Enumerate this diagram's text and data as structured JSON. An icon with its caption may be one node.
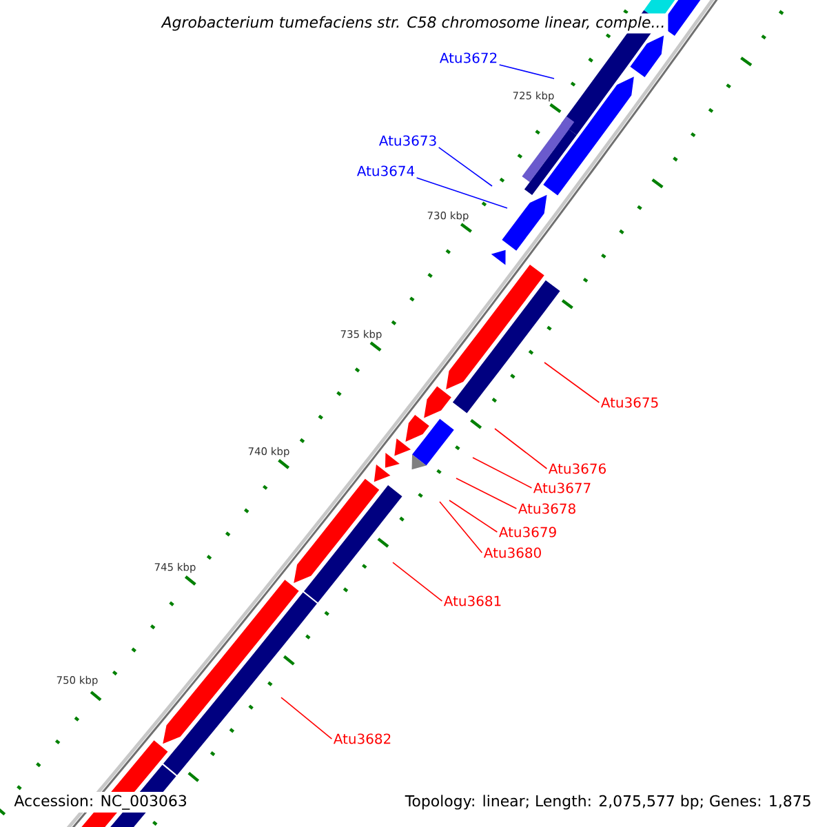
{
  "diagram": {
    "nodes": [
      {
        "text": [
          "Atu3672"
        ]
      },
      {
        "text": [
          "Atu3673"
        ]
      },
      {
        "text": [
          "Atu3674"
        ]
      },
      {
        "text": [
          "Atu3675"
        ]
      },
      {
        "text": [
          "Atu3676"
        ]
      },
      {
        "text": [
          "Atu3677"
        ]
      },
      {
        "text": [
          "Atu3678"
        ]
      },
      {
        "text": [
          "Atu3679"
        ]
      },
      {
        "text": [
          "Atu3680"
        ]
      },
      {
        "text": [
          "Atu3681"
        ]
      },
      {
        "text": [
          "Atu3682"
        ]
      }
    ],
    "edges": [
      {
        "from": 0,
        "to": null,
        "arrow": "none",
        "color": "#0000ff"
      },
      {
        "from": 1,
        "to": null,
        "arrow": "none",
        "color": "#0000ff"
      },
      {
        "from": 2,
        "to": null,
        "arrow": "none",
        "color": "#0000ff"
      },
      {
        "from": 3,
        "to": null,
        "arrow": "none"
      },
      {
        "from": 4,
        "to": null,
        "arrow": "none"
      },
      {
        "from": 5,
        "to": null,
        "arrow": "none"
      },
      {
        "from": 6,
        "to": null,
        "arrow": "none"
      },
      {
        "from": 7,
        "to": null,
        "arrow": "none"
      },
      {
        "from": 8,
        "to": null,
        "arrow": "none"
      },
      {
        "from": 9,
        "to": null,
        "arrow": "none"
      },
      {
        "from": 10,
        "to": null,
        "arrow": "none"
      }
    ],
    "labels": [
      "Agrobacterium tumefaciens str. C58 chromosome linear, comple...",
      "725 kbp",
      "730 kbp",
      "735 kbp",
      "740 kbp",
      "745 kbp",
      "750 kbp",
      "Accession: NC_003063",
      "Topology: linear; Length: 2,075,577 bp; Genes: 1,875"
    ]
  }
}
